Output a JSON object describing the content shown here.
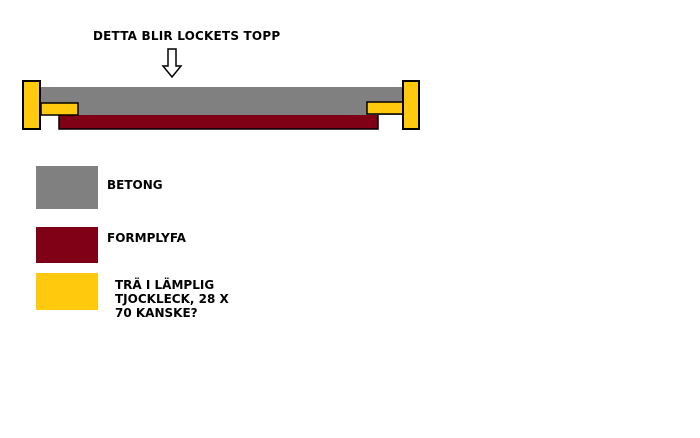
{
  "title": "DETTA BLIR LOCKETS TOPP",
  "legend": [
    {
      "label": "BETONG",
      "color": "#808080"
    },
    {
      "label": "FORMPLYFA",
      "color": "#800016"
    },
    {
      "label": "TRÄ I LÄMPLIG TJOCKLECK, 28 X 70 KANSKE?",
      "color": "#FFC90E"
    }
  ],
  "outline_color": "#000000"
}
